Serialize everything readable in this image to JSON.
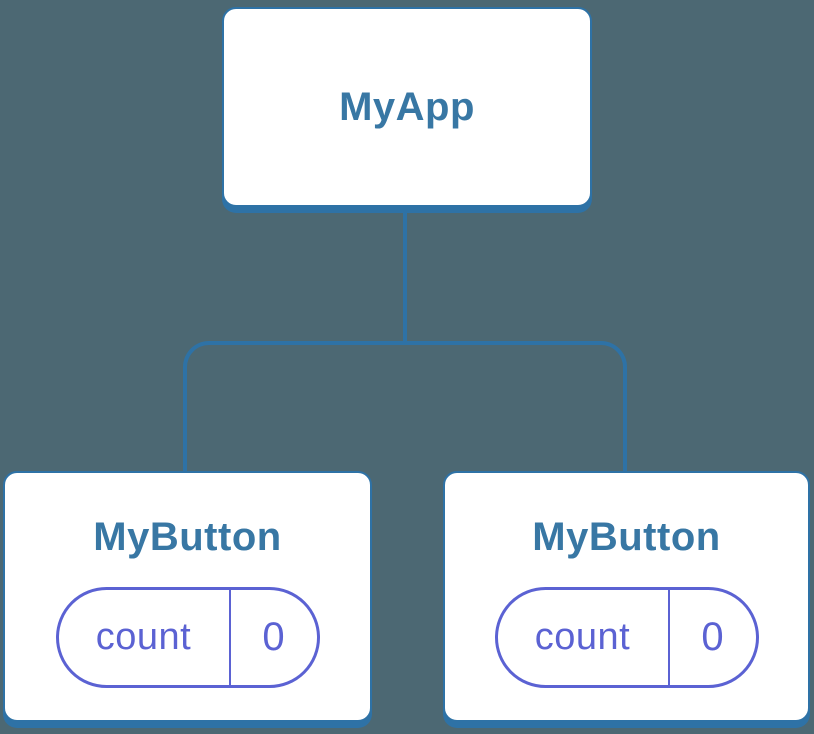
{
  "diagram": {
    "description": "React component tree with state",
    "tree": {
      "root": {
        "label": "MyApp"
      },
      "children": [
        {
          "label": "MyButton",
          "state": {
            "key": "count",
            "value": "0"
          }
        },
        {
          "label": "MyButton",
          "state": {
            "key": "count",
            "value": "0"
          }
        }
      ]
    }
  },
  "colors": {
    "bg": "#4C6873",
    "card_bg": "#FFFFFF",
    "card_border": "#2E72A6",
    "connector": "#2E72A6",
    "title_text": "#3877A4",
    "state_border": "#5B62D3",
    "state_text": "#5B62D3"
  }
}
